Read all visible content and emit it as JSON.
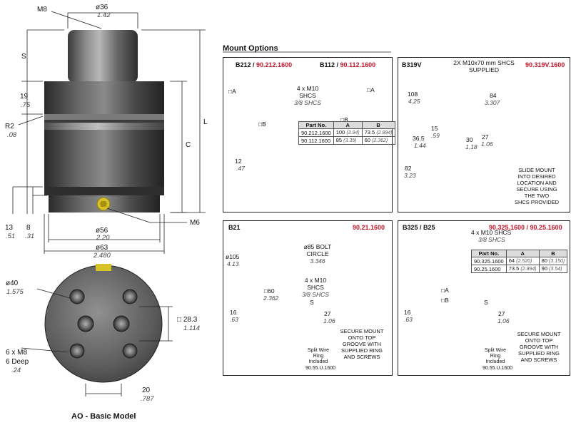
{
  "left": {
    "m8": "M8",
    "d36": "ø36",
    "d36_in": "1.42",
    "s": "S",
    "d19": "19",
    "d19_in": ".75",
    "r2": "R2",
    "r2_in": ".08",
    "c": "C",
    "l": "L",
    "d13": "13",
    "d13_in": ".51",
    "d8": "8",
    "d8_in": ".31",
    "m6": "M6",
    "d56": "ø56",
    "d56_in": "2.20",
    "d63": "ø63",
    "d63_in": "2.480",
    "d40": "ø40",
    "d40_in": "1.575",
    "d283": "28.3",
    "d283_in": "1.114",
    "holes": "6 x M8",
    "deep": "6 Deep",
    "deep_in": ".24",
    "d20": "20",
    "d20_in": ".787",
    "caption": "AO - Basic Model"
  },
  "mount_title": "Mount Options",
  "b212": {
    "head1": "B212 / ",
    "pn1": "90.212.1600",
    "head2": "B112 / ",
    "pn2": "90.112.1600",
    "a": "A",
    "b": "B",
    "screws": "4 x M10",
    "shcs": "SHCS",
    "shcs_in": "3/8 SHCS",
    "d12": "12",
    "d12_in": ".47",
    "table_head": [
      "Part No.",
      "A",
      "B"
    ],
    "rows": [
      [
        "90.212.1600",
        "100",
        "(3.94)",
        "73.5",
        "(2.894)"
      ],
      [
        "90.112.1600",
        "85",
        "(3.35)",
        "60",
        "(2.362)"
      ]
    ]
  },
  "b319": {
    "head": "B319V",
    "pn": "90.319V.1600",
    "shcs1": "2X M10x70 mm SHCS",
    "shcs2": "SUPPLIED",
    "d108": "108",
    "d108_in": "4.25",
    "d84": "84",
    "d84_in": "3.307",
    "d15": "15",
    "d15_in": ".59",
    "d30": "30",
    "d30_in": "1.18",
    "d365": "36.5",
    "d365_in": "1.44",
    "d27": "27",
    "d27_in": "1.06",
    "d82": "82",
    "d82_in": "3.23",
    "note": [
      "SLIDE MOUNT",
      "INTO DESIRED",
      "LOCATION AND",
      "SECURE USING",
      "THE TWO",
      "SHCS PROVIDED"
    ]
  },
  "b21": {
    "head": "B21",
    "pn": "90.21.1600",
    "d105": "ø105",
    "d105_in": "4.13",
    "bolt1": "ø85 BOLT",
    "bolt2": "CIRCLE",
    "bolt_in": "3.346",
    "d60": "60",
    "d60_in": "2.362",
    "screws": "4 x M10",
    "shcs": "SHCS",
    "shcs_in": "3/8 SHCS",
    "s": "S",
    "d16": "16",
    "d16_in": ".63",
    "d27": "27",
    "d27_in": "1.06",
    "note": [
      "SECURE MOUNT",
      "ONTO TOP",
      "GROOVE WITH",
      "SUPPLIED RING",
      "AND SCREWS"
    ],
    "ring": [
      "Split Wire",
      "Ring",
      "Included"
    ],
    "ring_pn": "90.55.U.1600"
  },
  "b325": {
    "head": "B325 / B25",
    "pn": "90.325.1600 / 90.25.1600",
    "screws": "4 x M10 SHCS",
    "shcs_in": "3/8 SHCS",
    "a": "A",
    "b": "B",
    "s": "S",
    "table_head": [
      "Part No.",
      "A",
      "B"
    ],
    "rows": [
      [
        "90.325.1600",
        "64",
        "(2.520)",
        "80",
        "(3.150)"
      ],
      [
        "90.25.1600",
        "73.5",
        "(2.894)",
        "90",
        "(3.54)"
      ]
    ],
    "d16": "16",
    "d16_in": ".63",
    "d27": "27",
    "d27_in": "1.06",
    "note": [
      "SECURE MOUNT",
      "ONTO TOP",
      "GROOVE WITH",
      "SUPPLIED RING",
      "AND SCREWS"
    ],
    "ring": [
      "Split Wire",
      "Ring",
      "Included"
    ],
    "ring_pn": "90.55.U.1600"
  }
}
